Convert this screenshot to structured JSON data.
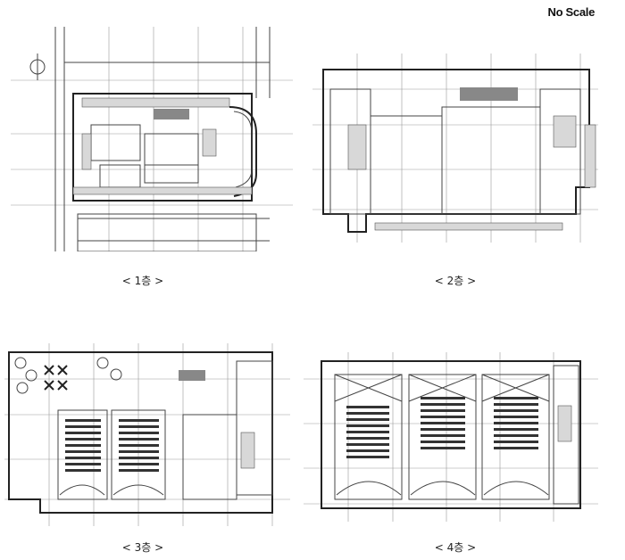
{
  "scale_note": "No Scale",
  "plans": [
    {
      "caption": "< 1층 >"
    },
    {
      "caption": "< 2층 >"
    },
    {
      "caption": "< 3층 >"
    },
    {
      "caption": "< 4층 >"
    }
  ]
}
